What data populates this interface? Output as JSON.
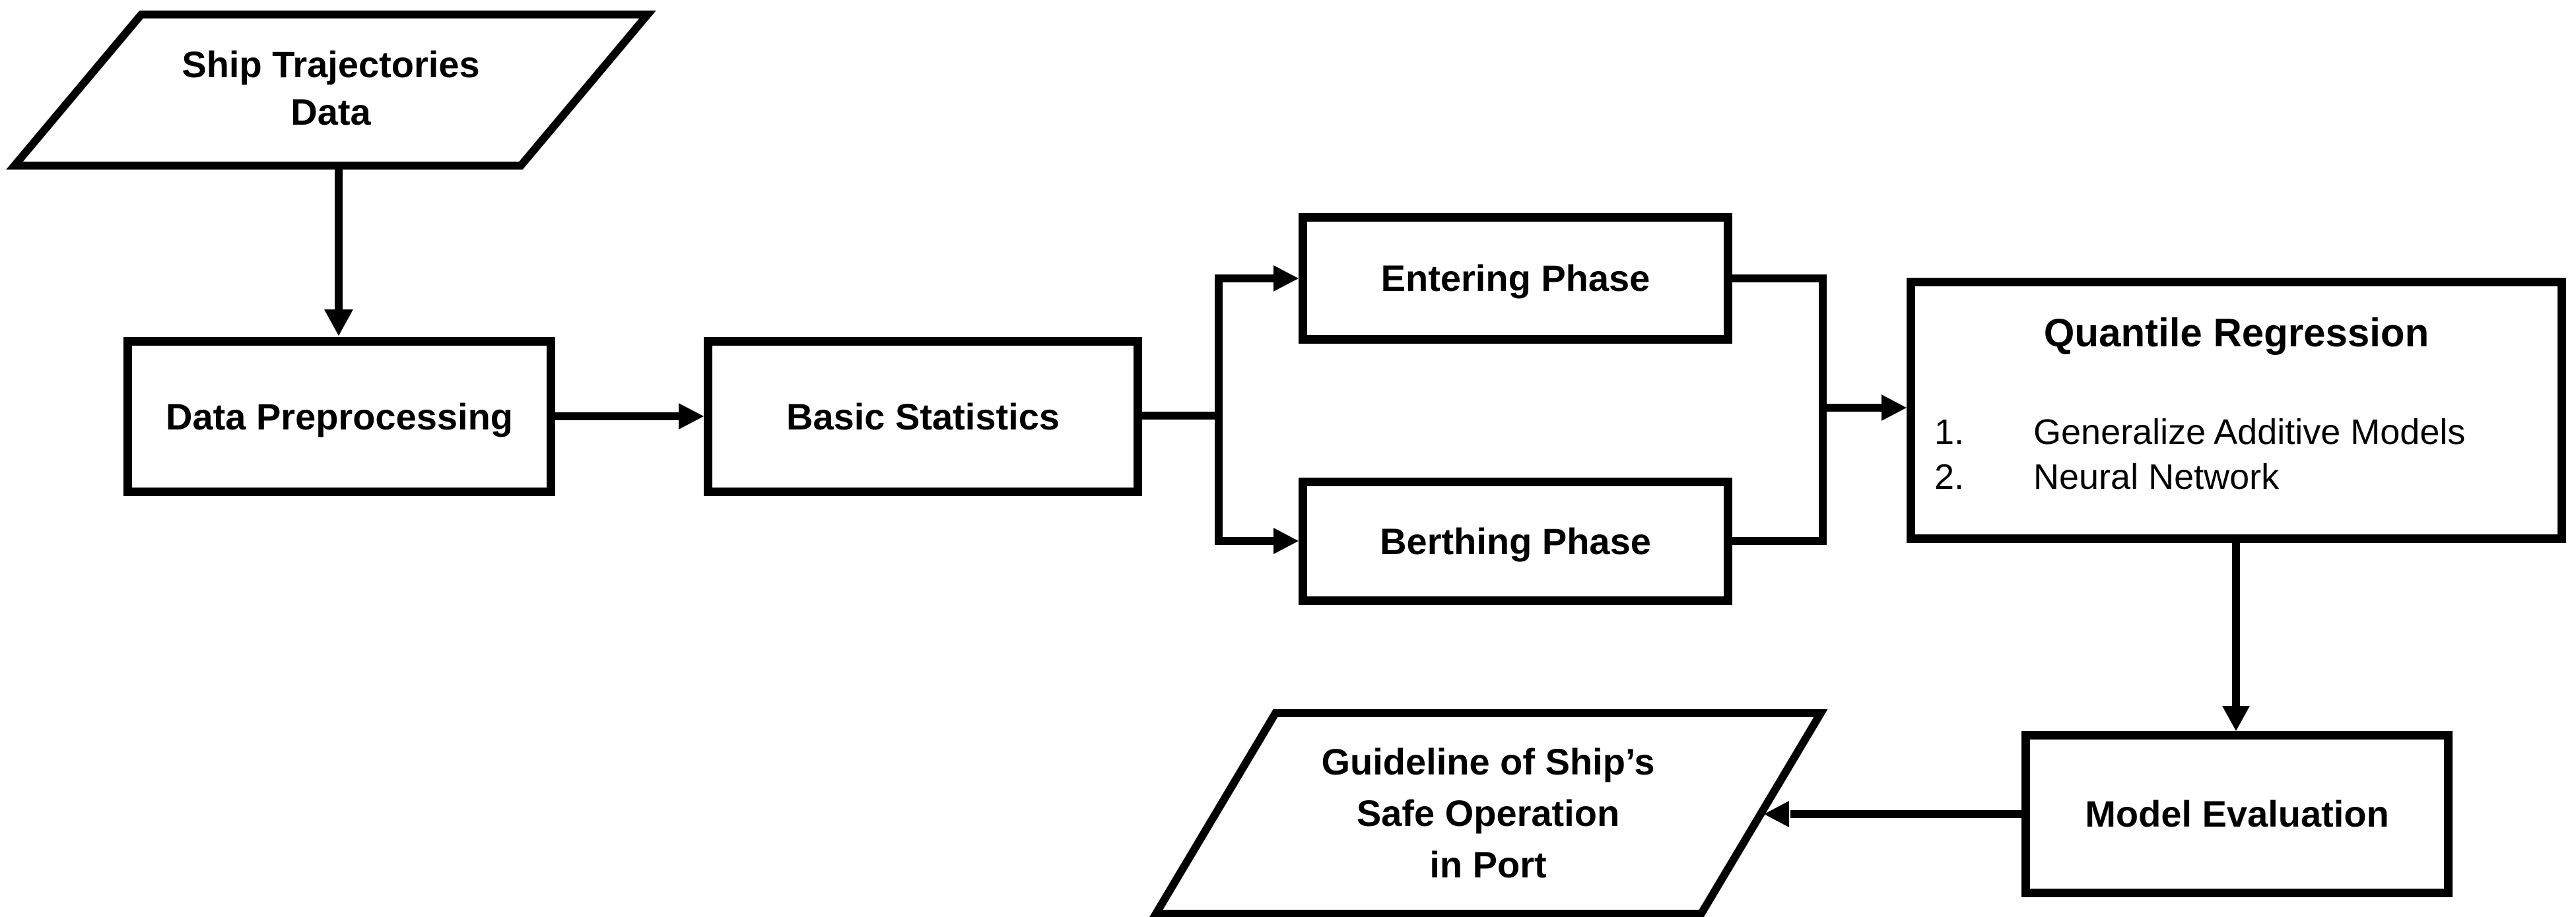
{
  "nodes": {
    "ship_trajectories_data": {
      "lines": [
        "Ship Trajectories",
        "Data"
      ]
    },
    "data_preprocessing": {
      "label": "Data Preprocessing"
    },
    "basic_statistics": {
      "label": "Basic Statistics"
    },
    "entering_phase": {
      "label": "Entering Phase"
    },
    "berthing_phase": {
      "label": "Berthing Phase"
    },
    "quantile_regression": {
      "title": "Quantile Regression",
      "items": [
        {
          "number": "1.",
          "label": "Generalize Additive Models"
        },
        {
          "number": "2.",
          "label": "Neural Network"
        }
      ]
    },
    "model_evaluation": {
      "label": "Model Evaluation"
    },
    "guideline_output": {
      "lines": [
        "Guideline of Ship’s",
        "Safe Operation",
        "in Port"
      ]
    }
  },
  "edges": [
    {
      "from": "Ship Trajectories Data",
      "to": "Data Preprocessing"
    },
    {
      "from": "Data Preprocessing",
      "to": "Basic Statistics"
    },
    {
      "from": "Basic Statistics",
      "to": "Entering Phase"
    },
    {
      "from": "Basic Statistics",
      "to": "Berthing Phase"
    },
    {
      "from": "Entering Phase",
      "to": "Quantile Regression"
    },
    {
      "from": "Berthing Phase",
      "to": "Quantile Regression"
    },
    {
      "from": "Quantile Regression",
      "to": "Model Evaluation"
    },
    {
      "from": "Model Evaluation",
      "to": "Guideline of Ship’s Safe Operation in Port"
    }
  ],
  "colors": {
    "stroke": "#000000",
    "fill": "#ffffff",
    "text": "#000000"
  }
}
